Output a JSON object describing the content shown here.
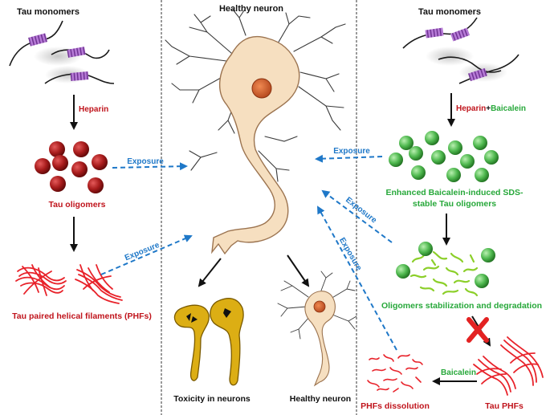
{
  "headers": {
    "left": "Tau monomers",
    "center": "Healthy neuron",
    "right": "Tau monomers"
  },
  "labels": {
    "heparin": "Heparin",
    "heparin_baicalein_a": "Heparin",
    "heparin_baicalein_plus": "+",
    "heparin_baicalein_b": "Baicalein",
    "tau_oligomers": "Tau oligomers",
    "tau_phfs_left": "Tau paired helical filaments (PHFs)",
    "enhanced_line1": "Enhanced Baicalein-induced SDS-",
    "enhanced_line2": "stable Tau oligomers",
    "oligomers_stabilization": "Oligomers stabilization and degradation",
    "baicalein_arrow": "Baicalein",
    "tau_phfs_right": "Tau PHFs",
    "phfs_dissolution": "PHFs dissolution",
    "toxicity": "Toxicity in neurons",
    "healthy_neuron_small": "Healthy neuron"
  },
  "exposure_labels": [
    "Exposure",
    "Exposure",
    "Exposure",
    "Exposure",
    "Exposure"
  ],
  "colors": {
    "red_text": "#c0141c",
    "green_text": "#27a83a",
    "blue_arrow": "#1f78c8",
    "neuron_fill": "#f6dfc0",
    "neuron_stroke": "#9c7450",
    "nucleus": "#d8602a",
    "oligomer_red": "#a81c1c",
    "oligomer_green": "#4fb84f",
    "filament_red": "#e8222a",
    "toxic_yellow": "#dcae14",
    "cross_red": "#e32222"
  }
}
